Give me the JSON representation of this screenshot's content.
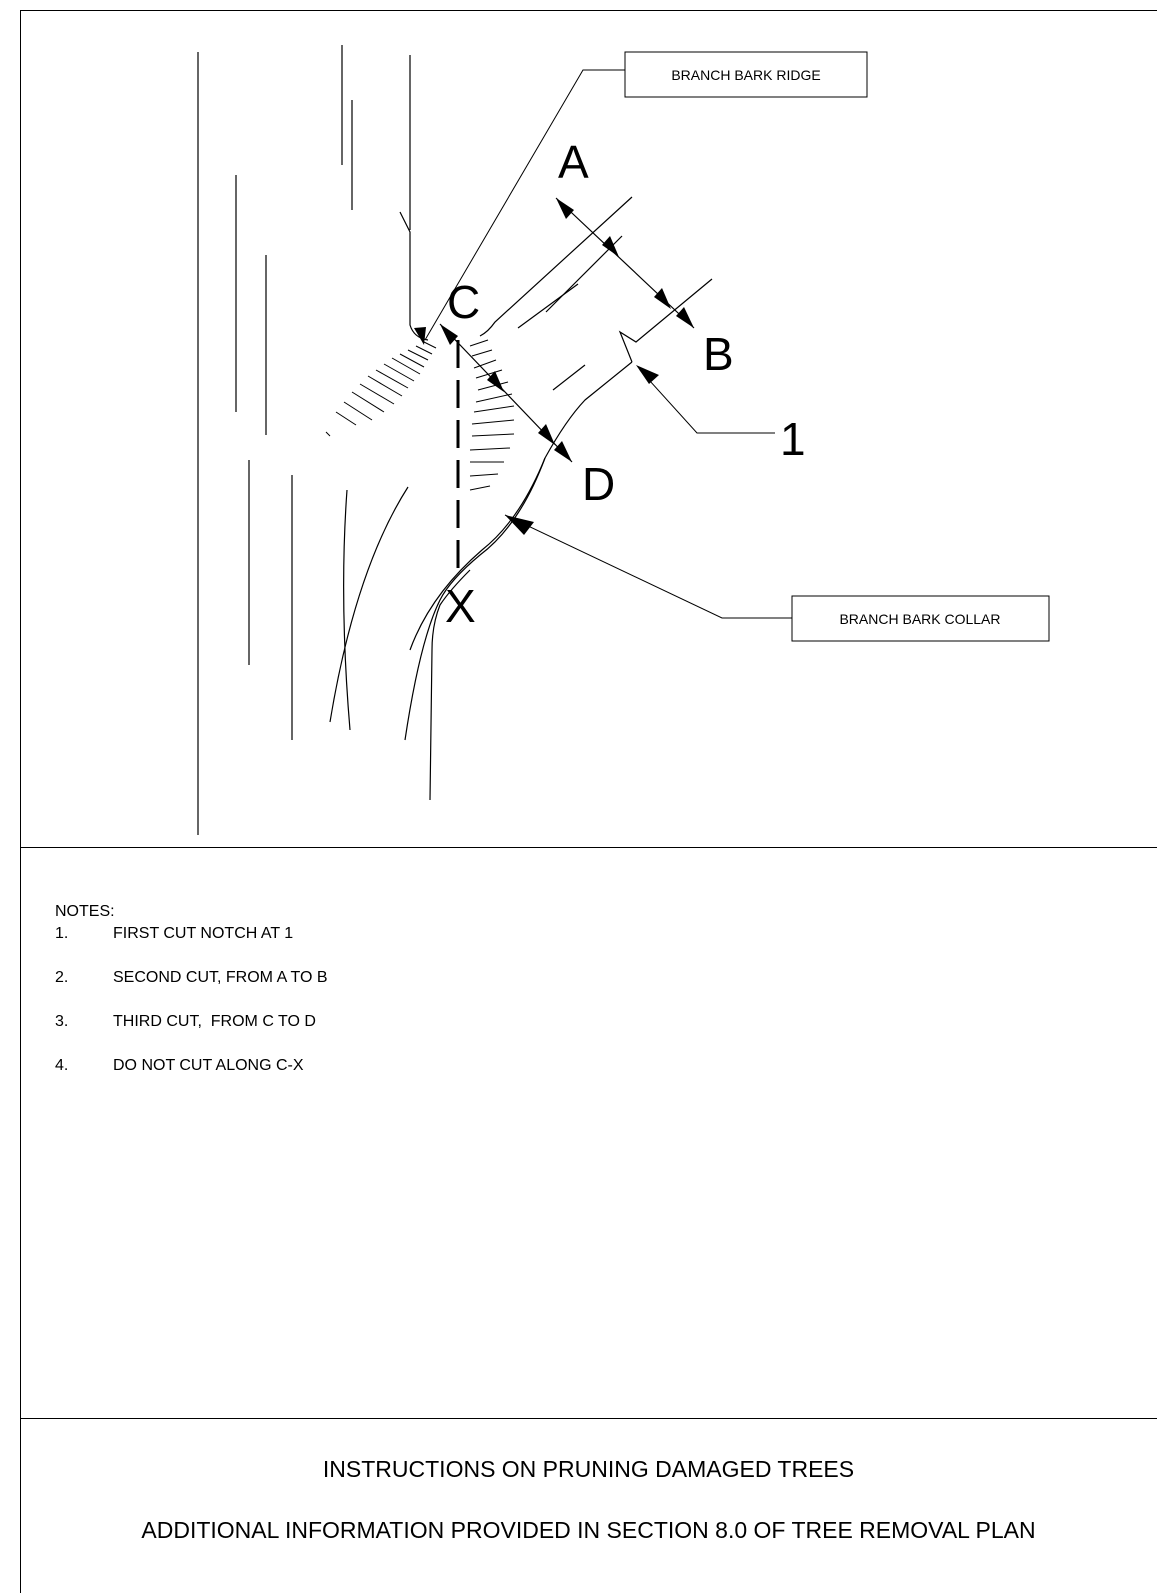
{
  "diagram": {
    "callouts": {
      "branch_bark_ridge": "BRANCH BARK RIDGE",
      "branch_bark_collar": "BRANCH BARK COLLAR"
    },
    "points": {
      "a": "A",
      "b": "B",
      "c": "C",
      "d": "D",
      "x": "X",
      "one": "1"
    }
  },
  "notes": {
    "title": "NOTES:",
    "items": [
      {
        "num": "1.",
        "text": "FIRST CUT NOTCH AT 1"
      },
      {
        "num": "2.",
        "text": "SECOND CUT, FROM A TO B"
      },
      {
        "num": "3.",
        "text": "THIRD CUT,  FROM C TO D"
      },
      {
        "num": "4.",
        "text": "DO NOT CUT ALONG C-X"
      }
    ]
  },
  "footer": {
    "title": "INSTRUCTIONS ON PRUNING DAMAGED TREES",
    "subtitle": "ADDITIONAL INFORMATION PROVIDED IN SECTION 8.0 OF TREE REMOVAL PLAN"
  }
}
